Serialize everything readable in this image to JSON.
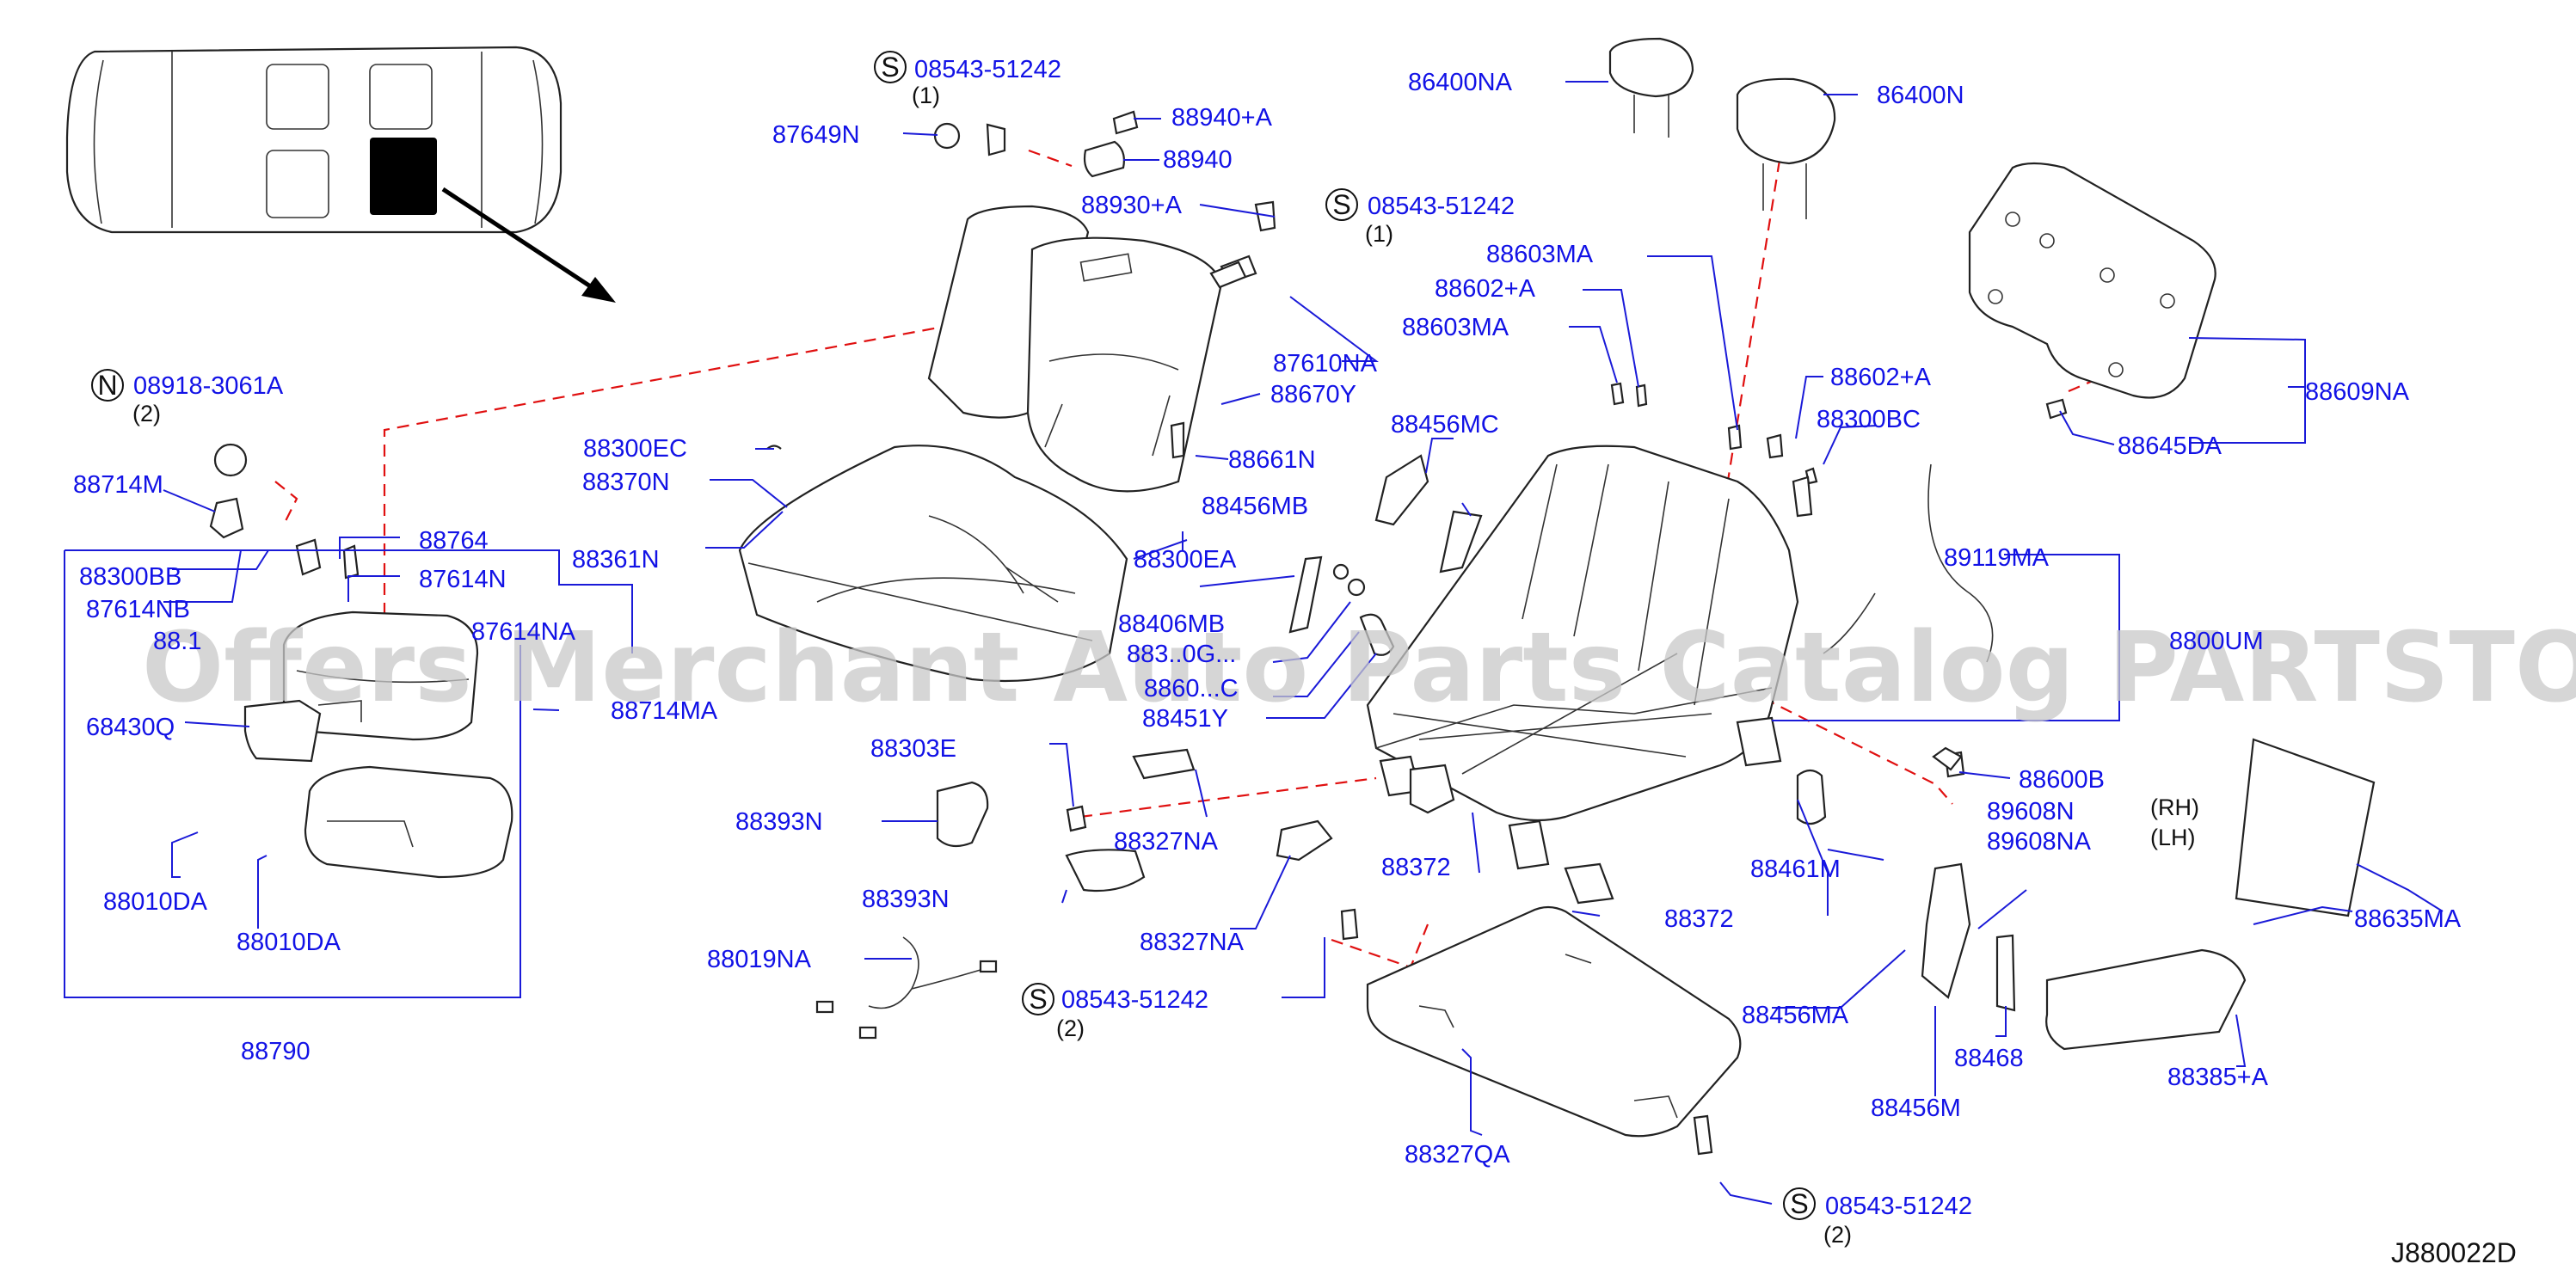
{
  "labels": {
    "l_08543_a": "08543-51242",
    "q_a": "(1)",
    "l_87649N": "87649N",
    "l_88940pA": "88940+A",
    "l_88940": "88940",
    "l_88930pA": "88930+A",
    "l_08543_b": "08543-51242",
    "q_b": "(1)",
    "l_86400NA": "86400NA",
    "l_86400N": "86400N",
    "l_88603MA_a": "88603MA",
    "l_88602pA_a": "88602+A",
    "l_88603MA_b": "88603MA",
    "l_87610NA": "87610NA",
    "l_88670Y": "88670Y",
    "l_88661N": "88661N",
    "l_88456MC": "88456MC",
    "l_88456MB": "88456MB",
    "l_88602pA_b": "88602+A",
    "l_88300BC": "88300BC",
    "l_88609NA": "88609NA",
    "l_88645DA": "88645DA",
    "l_89119MA": "89119MA",
    "l_88600M_part": "8800UM",
    "l_08918": "08918-3061A",
    "q_n": "(2)",
    "l_88714M": "88714M",
    "l_88300EC": "88300EC",
    "l_88370N": "88370N",
    "l_88361N": "88361N",
    "l_88300EA": "88300EA",
    "l_88764": "88764",
    "l_88300BB": "88300BB",
    "l_87614N": "87614N",
    "l_87614NB": "87614NB",
    "l_88_partial": "88.1",
    "l_87614NA_part": "87614NA",
    "l_88406MB": "88406MB",
    "l_88300_part": "883..0G...",
    "l_88600_part": "8860...C",
    "l_88451Y": "88451Y",
    "l_68430Q": "68430Q",
    "l_88714MA": "88714MA",
    "l_88303E": "88303E",
    "l_88393N_a": "88393N",
    "l_88327NA_a": "88327NA",
    "l_88600B": "88600B",
    "l_RH": "(RH)",
    "l_LH": "(LH)",
    "l_89608N": "89608N",
    "l_89608NA": "89608NA",
    "l_88010DA_a": "88010DA",
    "l_88010DA_b": "88010DA",
    "l_88393N_b": "88393N",
    "l_88372_a": "88372",
    "l_88461M": "88461M",
    "l_88372_b": "88372",
    "l_88635MA": "88635MA",
    "l_88019NA": "88019NA",
    "l_88327NA_b": "88327NA",
    "l_08543_c": "08543-51242",
    "q_c": "(2)",
    "l_88456MA": "88456MA",
    "l_88468": "88468",
    "l_88385pA": "88385+A",
    "l_88790": "88790",
    "l_88456M": "88456M",
    "l_88327QA": "88327QA",
    "l_08543_d": "08543-51242",
    "q_d": "(2)"
  },
  "symbols": {
    "s": "S",
    "n": "N"
  },
  "diagram_code": "J880022D",
  "watermark": "Offers Merchant Auto Parts Catalog PARTSTORE.SA",
  "colors": {
    "callout": "#1212e6",
    "phantom_line": "#e01010",
    "outline": "#222222",
    "watermark": "#c9c9c9"
  }
}
